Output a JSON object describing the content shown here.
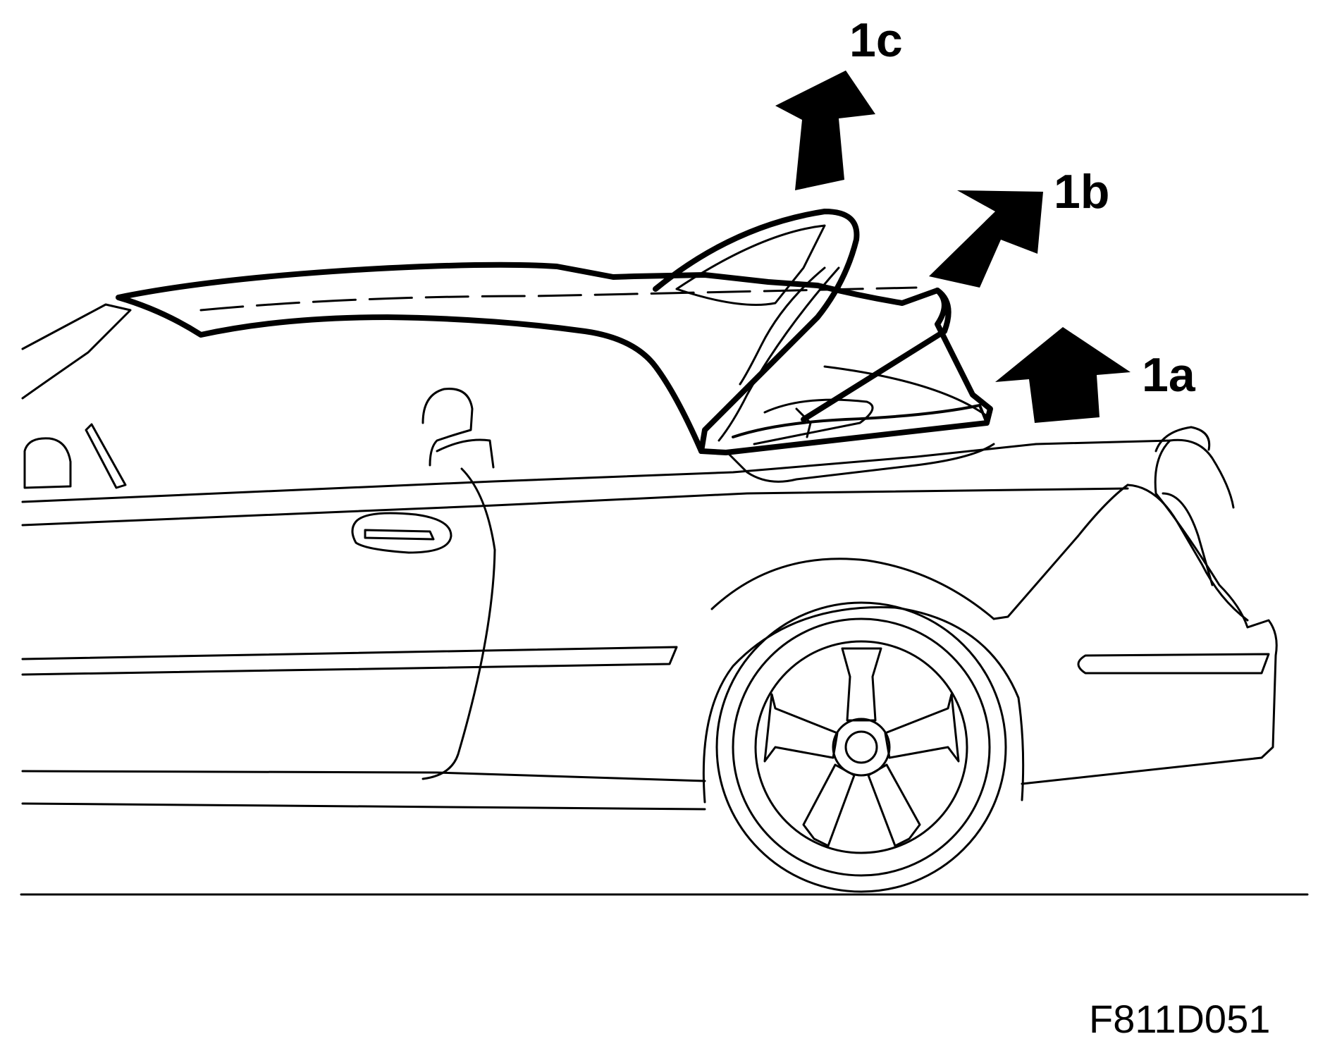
{
  "figure": {
    "callouts": {
      "label_1a": "1a",
      "label_1b": "1b",
      "label_1c": "1c"
    },
    "figure_code": "F811D051"
  }
}
